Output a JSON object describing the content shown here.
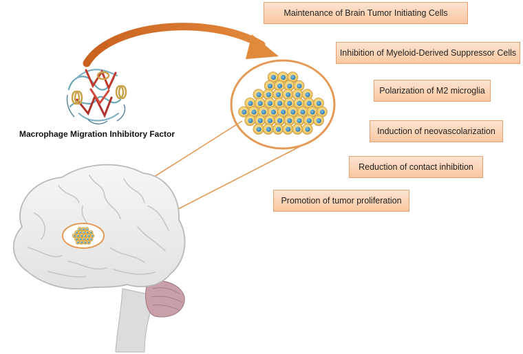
{
  "protein": {
    "label": "Macrophage Migration Inhibitory Factor"
  },
  "effects": [
    "Maintenance of Brain Tumor Initiating  Cells",
    "Inhibition of Myeloid-Derived Suppressor Cells",
    "Polarization of M2 microglia",
    "Induction of neovascolarization",
    "Reduction of contact inhibition",
    "Promotion of tumor proliferation"
  ],
  "colors": {
    "arrow": "#d9742a",
    "callout_outline": "#e49a55",
    "box_fill": "#fbd5b5",
    "box_border": "#e4a070",
    "cell_body": "#f2cf72",
    "cell_nucleus": "#3f8fc4",
    "brain": "#eeeeee",
    "cerebellum": "#c9a0a8"
  },
  "icons": [
    "protein-structure-icon",
    "curved-arrow-icon",
    "tumor-cells-icon",
    "brain-icon"
  ]
}
